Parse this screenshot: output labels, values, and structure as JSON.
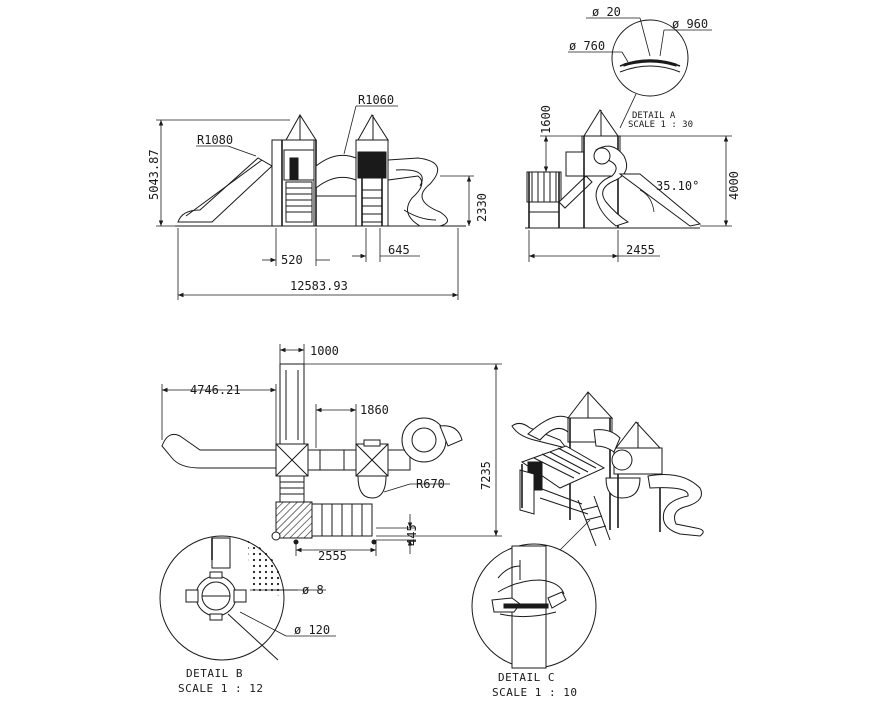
{
  "dimensions": {
    "front_r1060": "R1060",
    "front_r1080": "R1080",
    "front_height": "5043.87",
    "front_2330": "2330",
    "front_520": "520",
    "front_645": "645",
    "front_total": "12583.93",
    "side_1600": "1600",
    "side_4000": "4000",
    "side_2455": "2455",
    "side_angle": "35.10°",
    "plan_1000": "1000",
    "plan_4746": "4746.21",
    "plan_1860": "1860",
    "plan_7235": "7235",
    "plan_r670": "R670",
    "plan_445": "445",
    "plan_2555": "2555",
    "detail_a_d20": "ø 20",
    "detail_a_d960": "ø 960",
    "detail_a_d760": "ø 760",
    "detail_b_d8": "ø 8",
    "detail_b_d120": "ø 120"
  },
  "labels": {
    "detail_a_title": "DETAIL A",
    "detail_a_scale": "SCALE 1 : 30",
    "detail_b_title": "DETAIL B",
    "detail_b_scale": "SCALE 1 : 12",
    "detail_c_title": "DETAIL C",
    "detail_c_scale": "SCALE 1 : 10"
  }
}
